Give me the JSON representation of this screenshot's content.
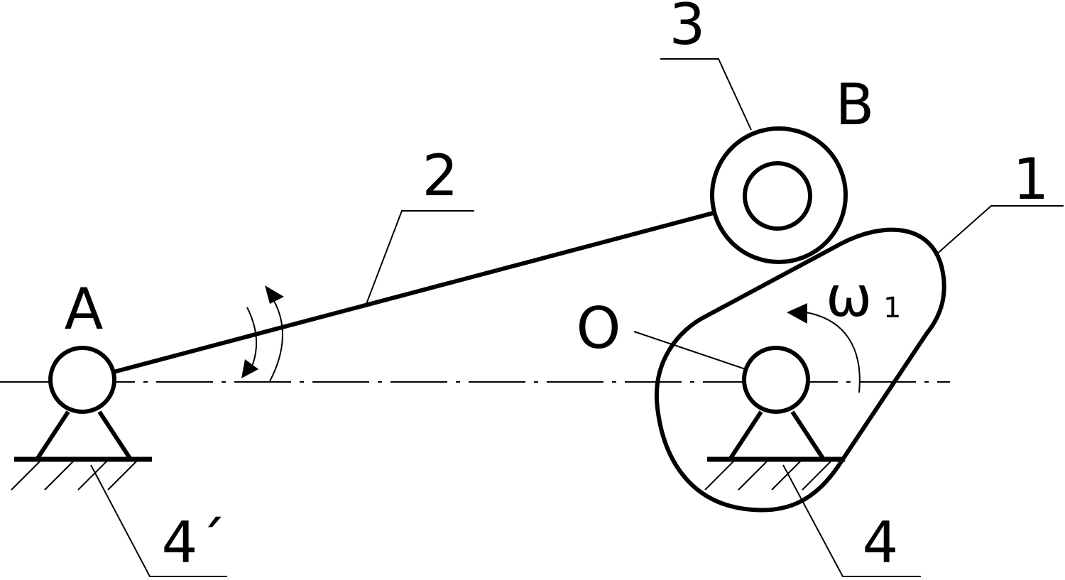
{
  "labels": {
    "point_a": "A",
    "point_b": "B",
    "point_o": "O",
    "link_1": "1",
    "link_2": "2",
    "link_3": "3",
    "frame_4": "4",
    "frame_4_prime": "4´",
    "omega": "ω",
    "omega_sub": "1"
  }
}
